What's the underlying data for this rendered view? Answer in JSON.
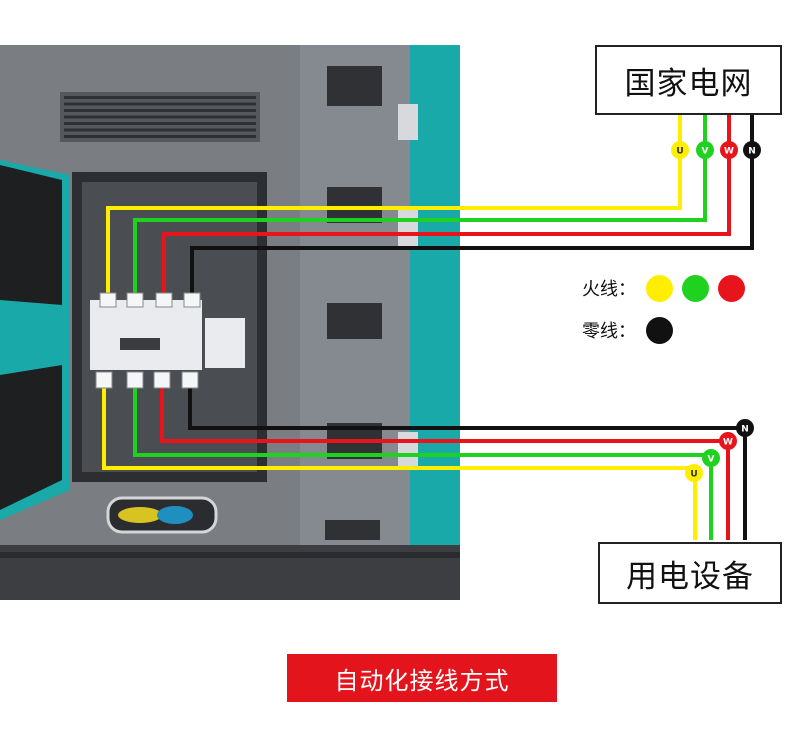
{
  "grid_label": "国家电网",
  "equipment_label": "用电设备",
  "legend": {
    "live_label": "火线：",
    "neutral_label": "零线："
  },
  "caption": "自动化接线方式",
  "terminals": {
    "u": "U",
    "v": "V",
    "w": "W",
    "n": "N"
  },
  "colors": {
    "u_wire": "#ffee00",
    "v_wire": "#1fd21f",
    "w_wire": "#e8141b",
    "n_wire": "#111111",
    "cabinet": "#7b7e83",
    "teal": "#19a9a8",
    "caption_bg": "#e3141b"
  }
}
